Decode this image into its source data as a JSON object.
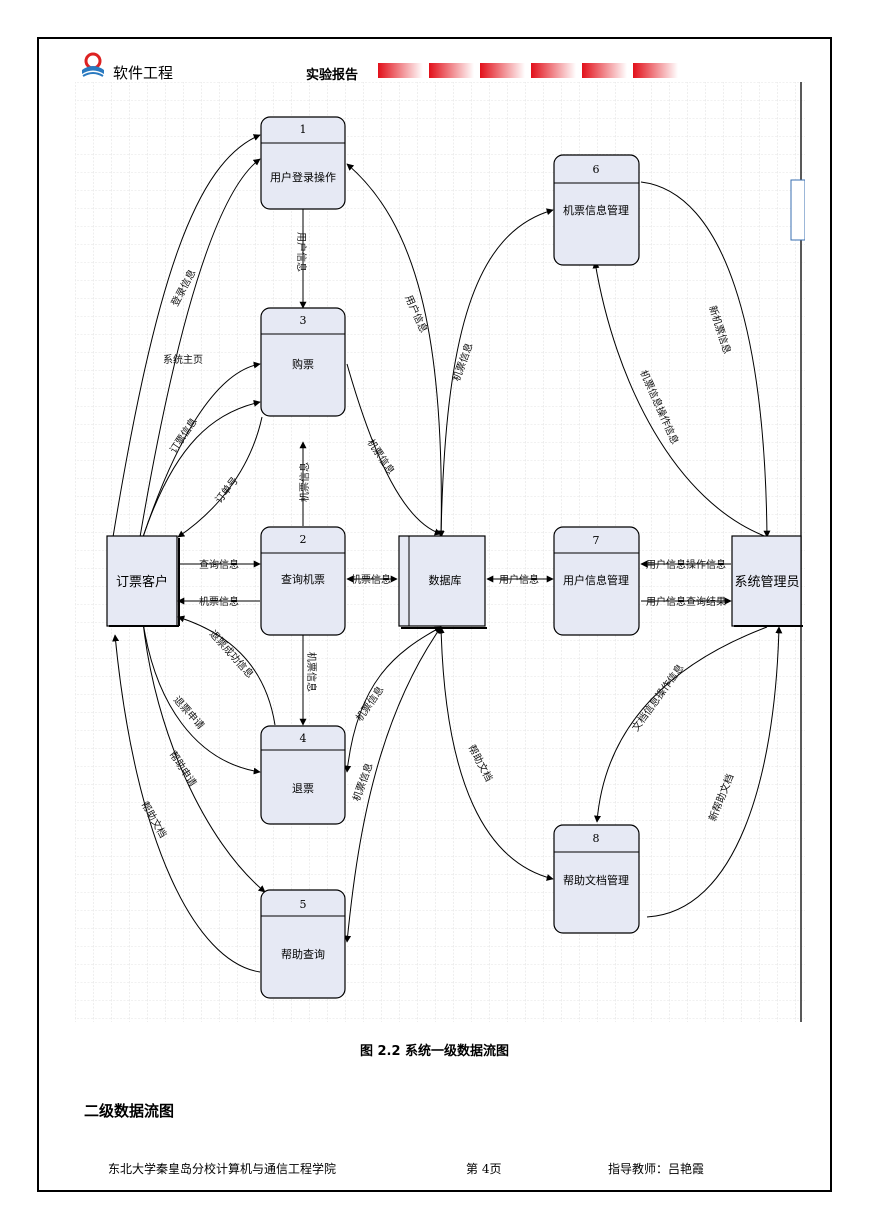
{
  "header": {
    "course": "软件工程",
    "report": "实验报告"
  },
  "diagram": {
    "processes": [
      {
        "id": "1",
        "name": "用户登录操作"
      },
      {
        "id": "3",
        "name": "购票"
      },
      {
        "id": "2",
        "name": "查询机票"
      },
      {
        "id": "4",
        "name": "退票"
      },
      {
        "id": "5",
        "name": "帮助查询"
      },
      {
        "id": "6",
        "name": "机票信息管理"
      },
      {
        "id": "7",
        "name": "用户信息管理"
      },
      {
        "id": "8",
        "name": "帮助文档管理"
      }
    ],
    "entities": {
      "customer": "订票客户",
      "datastore": "数据库",
      "admin": "系统管理员"
    },
    "flows": {
      "login_info": "登录信息",
      "user_info_1_3": "用户信息",
      "system_home": "系统主页",
      "user_info_db1": "用户信息",
      "flight_info_db6": "机票信息",
      "new_flight_info": "新机票信息",
      "flight_op_info": "机票信息操作信息",
      "order_info": "订票信息",
      "order_no": "订单号",
      "flight_info_3_2": "机票信息",
      "flight_info_3_db": "机票信息",
      "query_info": "查询信息",
      "flight_info_2_c": "机票信息",
      "flight_info_2_db": "机票信息",
      "user_info_7_db": "用户信息",
      "user_op_info": "用户信息操作信息",
      "user_query_result": "用户信息查询结果",
      "refund_success": "退票成功信息",
      "flight_info_2_4": "机票信息",
      "refund_request": "退票申请",
      "help_request": "帮助申请",
      "help_doc_c": "帮助文档",
      "flight_info_db4": "机票信息",
      "flight_info_db5": "机票信息",
      "help_doc_db8": "帮助文档",
      "doc_op_info": "文档信息操作信息",
      "new_help_doc": "新帮助文档"
    }
  },
  "caption": "图 2.2   系统一级数据流图",
  "section_title": "二级数据流图",
  "footer": {
    "school": "东北大学秦皇岛分校计算机与通信工程学院",
    "page": "第 4页",
    "teacher": "指导教师：吕艳霞"
  },
  "colors": {
    "box_fill": "#e6e9f4",
    "grid": "#c8c8c8",
    "header_bar": "#e2101a"
  }
}
